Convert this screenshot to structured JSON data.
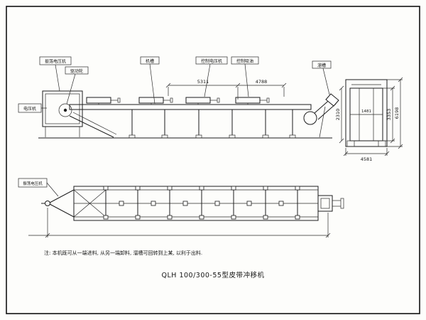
{
  "drawing": {
    "title": "QLH 100/300-55型皮带冲移机",
    "note": "注: 本机既可从一端进料, 从另一端卸料, 溜槽可回转到上某, 以利于出料."
  },
  "callouts": {
    "vibrator": "振荡电压机",
    "drive_wheel": "驱动轮",
    "trough": "机槽",
    "control_cylinder": "控制电压机",
    "control_valve": "控制吸油",
    "chute": "溜槽",
    "motor": "电压机",
    "plan_vibrator": "振荡电压机"
  },
  "dimensions": {
    "span_left": "5311",
    "span_right": "4788",
    "end_view_width": "4581",
    "end_view_height_outer": "6198",
    "end_view_height_mid": "3353",
    "end_view_height_inner": "2310",
    "end_view_inner_width": "1481"
  }
}
